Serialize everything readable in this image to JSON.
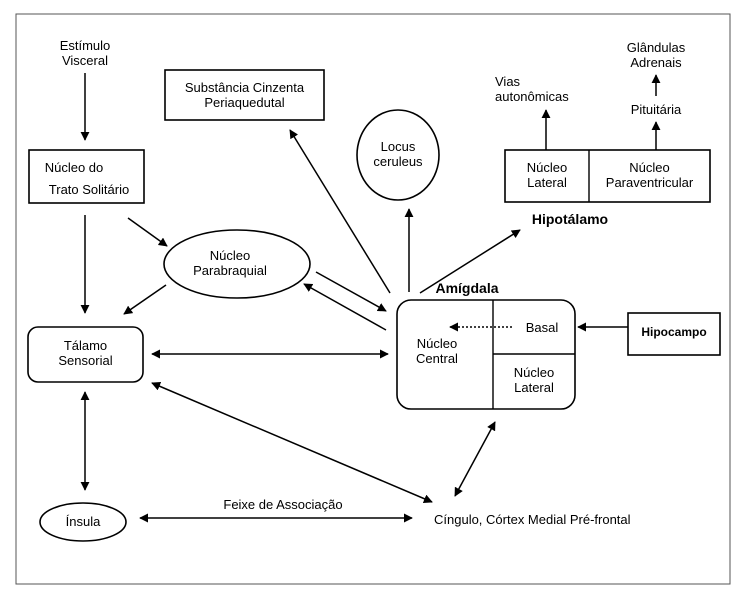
{
  "nodes": {
    "estimulo": "Estímulo\nVisceral",
    "nucleo_trato": "Núcleo do",
    "trato_solitario": "Trato Solitário",
    "substancia": "Substância Cinzenta\nPeriaquedutal",
    "locus": "Locus\nceruleus",
    "vias": "Vias\nautonômicas",
    "glandulas": "Glândulas\nAdrenais",
    "pituitaria": "Pituitária",
    "nucleo_lateral_hipo": "Núcleo\nLateral",
    "nucleo_paraventricular": "Núcleo\nParaventricular",
    "hipotalamo": "Hipotálamo",
    "parabraquial": "Núcleo\nParabraquial",
    "amigdala": "Amígdala",
    "nucleo_central": "Núcleo\nCentral",
    "basal": "Basal",
    "nucleo_lateral_amig": "Núcleo\nLateral",
    "hipocampo": "Hipocampo",
    "talamo": "Tálamo\nSensorial",
    "insula": "Ínsula",
    "feixe": "Feixe de Associação",
    "cingulo": "Cíngulo, Córtex Medial Pré-frontal"
  }
}
